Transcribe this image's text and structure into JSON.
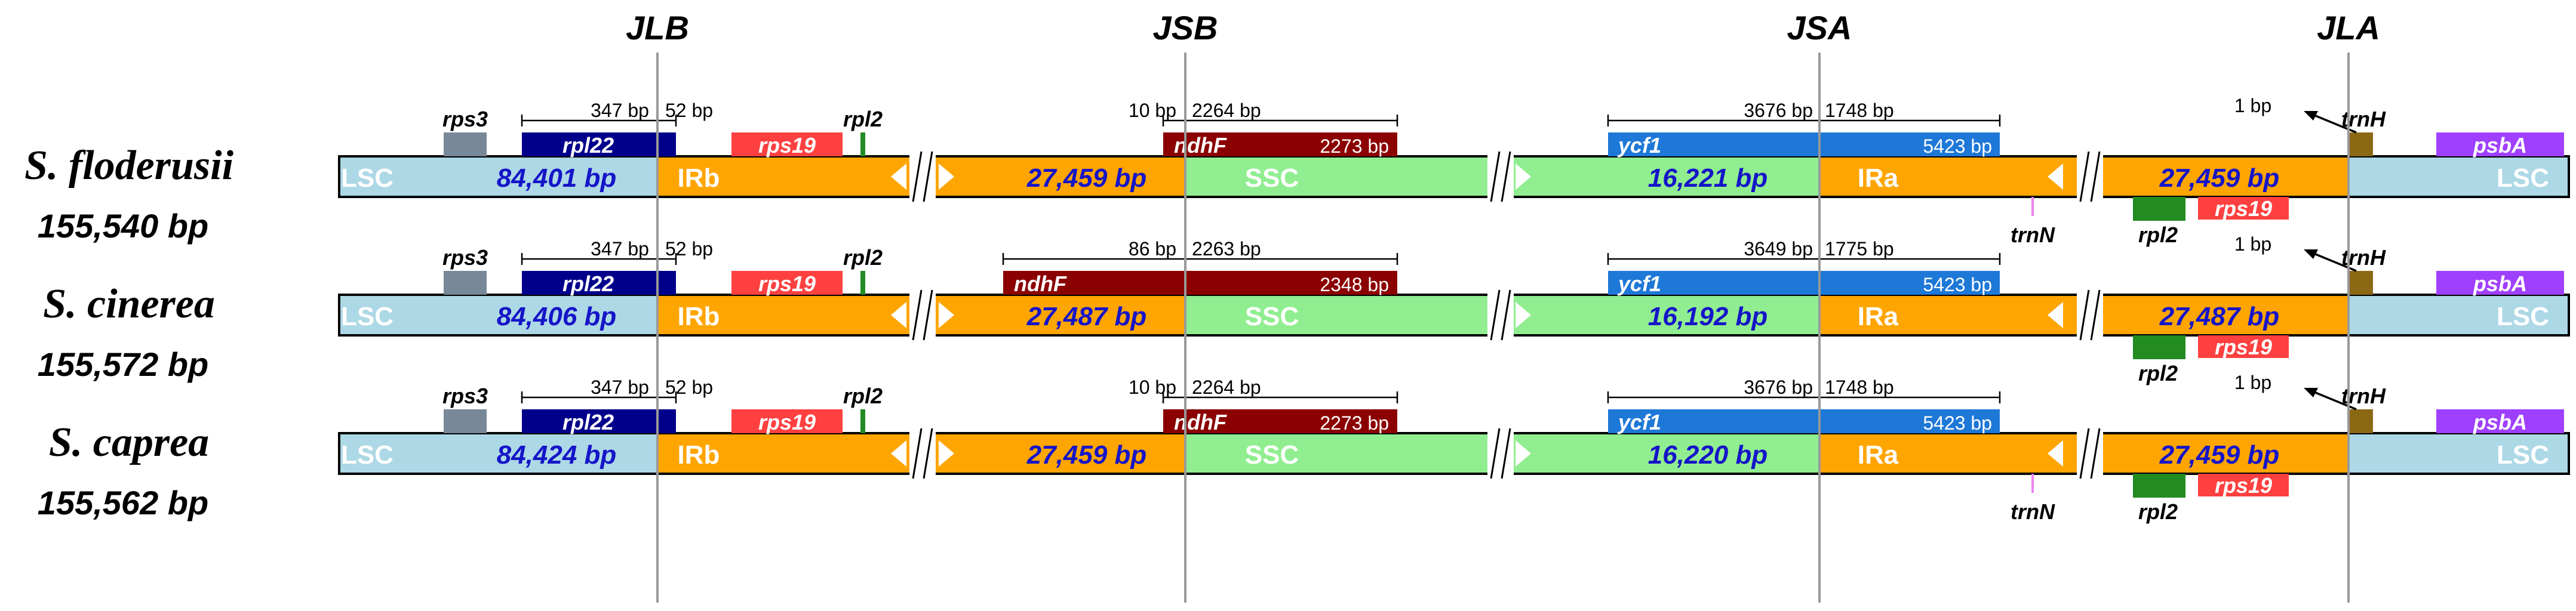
{
  "junctions": [
    "JLB",
    "JSB",
    "JSA",
    "JLA"
  ],
  "colors": {
    "LSC": "#add8e6",
    "IR": "#ffa500",
    "SSC": "#90ee90",
    "rps3": "#778899",
    "rpl22": "#00008b",
    "rps19": "#ff4040",
    "rpl2": "#228b22",
    "ndhF": "#8b0000",
    "ycf1": "#1e78d7",
    "trnN": "#ee82ee",
    "trnH": "#8b6914",
    "psbA": "#9f40ff",
    "length_text": "#1515c8"
  },
  "region_labels": {
    "lsc": "LSC",
    "irb": "IRb",
    "ssc": "SSC",
    "ira": "IRa"
  },
  "species": [
    {
      "name": "S. floderusii",
      "total_length": "155,540 bp",
      "lsc_length": "84,401 bp",
      "irb_length": "27,459 bp",
      "ssc_length": "16,221 bp",
      "ira_length": "27,459 bp",
      "ndhF_long": false,
      "trnN_present": true,
      "genes": {
        "rps3": "rps3",
        "rpl22": "rpl22",
        "rps19": "rps19",
        "rpl2": "rpl2",
        "ndhF": "ndhF",
        "ycf1": "ycf1",
        "trnN": "trnN",
        "trnH": "trnH",
        "psbA": "psbA"
      },
      "measures": {
        "jlb_left": "347 bp",
        "jlb_right": "52 bp",
        "jsb_left": "10 bp",
        "jsb_right": "2264 bp",
        "ndhF_len": "2273 bp",
        "jsa_left": "3676 bp",
        "jsa_right": "1748 bp",
        "ycf1_len": "5423 bp",
        "jla": "1 bp"
      }
    },
    {
      "name": "S. cinerea",
      "total_length": "155,572 bp",
      "lsc_length": "84,406 bp",
      "irb_length": "27,487 bp",
      "ssc_length": "16,192 bp",
      "ira_length": "27,487 bp",
      "ndhF_long": true,
      "trnN_present": false,
      "genes": {
        "rps3": "rps3",
        "rpl22": "rpl22",
        "rps19": "rps19",
        "rpl2": "rpl2",
        "ndhF": "ndhF",
        "ycf1": "ycf1",
        "trnN": "",
        "trnH": "trnH",
        "psbA": "psbA"
      },
      "measures": {
        "jlb_left": "347 bp",
        "jlb_right": "52 bp",
        "jsb_left": "86 bp",
        "jsb_right": "2263 bp",
        "ndhF_len": "2348 bp",
        "jsa_left": "3649 bp",
        "jsa_right": "1775 bp",
        "ycf1_len": "5423 bp",
        "jla": "1 bp"
      }
    },
    {
      "name": "S. caprea",
      "total_length": "155,562 bp",
      "lsc_length": "84,424 bp",
      "irb_length": "27,459 bp",
      "ssc_length": "16,220 bp",
      "ira_length": "27,459 bp",
      "ndhF_long": false,
      "trnN_present": true,
      "genes": {
        "rps3": "rps3",
        "rpl22": "rpl22",
        "rps19": "rps19",
        "rpl2": "rpl2",
        "ndhF": "ndhF",
        "ycf1": "ycf1",
        "trnN": "trnN",
        "trnH": "trnH",
        "psbA": "psbA"
      },
      "measures": {
        "jlb_left": "347 bp",
        "jlb_right": "52 bp",
        "jsb_left": "10 bp",
        "jsb_right": "2264 bp",
        "ndhF_len": "2273 bp",
        "jsa_left": "3676 bp",
        "jsa_right": "1748 bp",
        "ycf1_len": "5423 bp",
        "jla": "1 bp"
      }
    }
  ]
}
